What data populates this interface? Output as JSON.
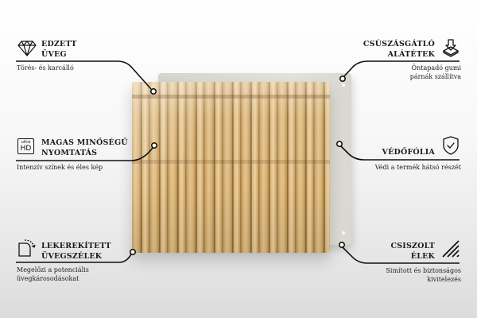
{
  "features": {
    "tempered_glass": {
      "icon": "diamond-icon",
      "title_line1": "EDZETT",
      "title_line2": "ÜVEG",
      "description": "Törés- és karcálló"
    },
    "hd_print": {
      "icon": "ultra-hd-icon",
      "icon_text_small": "ultra",
      "icon_text_large": "HD",
      "title_line1": "MAGAS MINŐSÉGŰ",
      "title_line2": "NYOMTATÁS",
      "description": "Intenzív színek és éles kép"
    },
    "rounded_edges": {
      "icon": "rounded-corner-icon",
      "title_line1": "LEKEREKÍTETT",
      "title_line2": "ÜVEGSZÉLEK",
      "description_line1": "Megelőzi a potenciális",
      "description_line2": "üvegkárosodásokat"
    },
    "anti_slip_pads": {
      "icon": "pad-download-icon",
      "title_line1": "CSÚSZÁSGÁTLÓ",
      "title_line2": "ALÁTÉTEK",
      "description_line1": "Öntapadó gumi",
      "description_line2": "párnák szállítva"
    },
    "protective_film": {
      "icon": "shield-check-icon",
      "title": "VÉDŐFÓLIA",
      "description": "Védi a termék hátsó részét"
    },
    "polished_edges": {
      "icon": "diagonal-stripes-icon",
      "title_line1": "CSISZOLT",
      "title_line2": "ÉLEK",
      "description_line1": "Simított és biztonságos",
      "description_line2": "kivitelezés"
    }
  },
  "product": {
    "name": "bamboo-print-glass-panel",
    "pattern": "bamboo",
    "colors": {
      "bamboo_light": "#e4c48e",
      "bamboo_mid": "#c99c5a",
      "bamboo_dark": "#6b4a22",
      "back_plate": "#dedcd4"
    }
  },
  "colors": {
    "text": "#1a1a1a",
    "connector": "#111111",
    "background_top": "#ffffff",
    "background_bottom": "#dcdcdc"
  }
}
